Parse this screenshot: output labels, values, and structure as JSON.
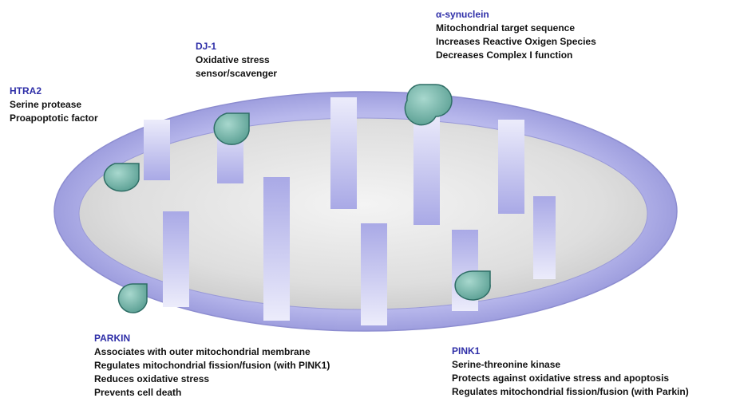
{
  "proteins": {
    "htra2": {
      "name": "HTRA2",
      "lines": [
        "Serine protease",
        "Proapoptotic factor"
      ]
    },
    "dj1": {
      "name": "DJ-1",
      "lines": [
        "Oxidative stress",
        "sensor/scavenger"
      ]
    },
    "asyn": {
      "name": "α-synuclein",
      "lines": [
        "Mitochondrial target sequence",
        "Increases Reactive Oxigen Species",
        "Decreases Complex I function"
      ]
    },
    "parkin": {
      "name": "PARKIN",
      "lines": [
        "Associates with outer mitochondrial membrane",
        "Regulates mitochondrial fission/fusion (with PINK1)",
        "Reduces oxidative stress",
        "Prevents cell death"
      ]
    },
    "pink1": {
      "name": "PINK1",
      "lines": [
        "Serine-threonine kinase",
        "Protects against oxidative stress and apoptosis",
        "Regulates mitochondrial fission/fusion (with Parkin)"
      ]
    }
  },
  "colors": {
    "label_name": "#2f2fa8",
    "outer_membrane": "#a9a9e6",
    "matrix": "#dcdcdc",
    "crista": "#b9b9ec",
    "protein_fill": "#6fb0a4",
    "protein_stroke": "#2f6e66"
  }
}
